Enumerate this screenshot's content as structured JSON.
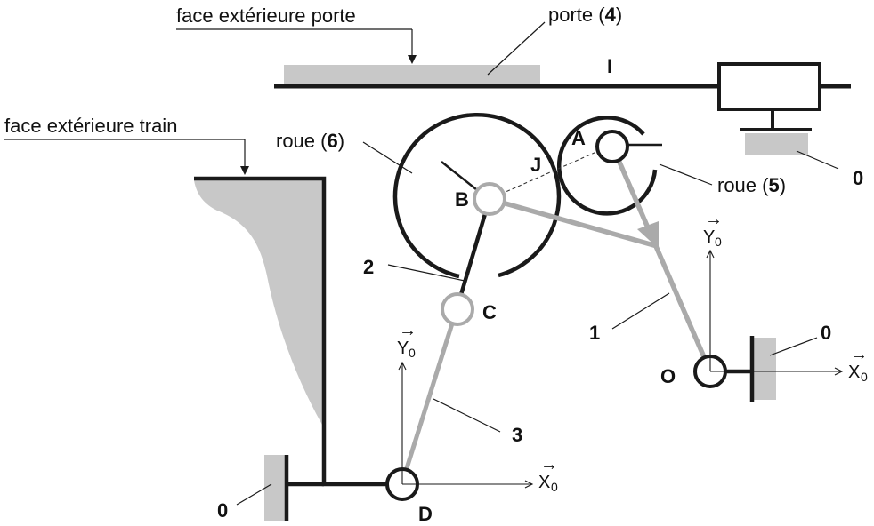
{
  "labels": {
    "face_porte": "face extérieure porte",
    "face_train": "face extérieure train",
    "porte": "porte (",
    "porte_num": "4",
    "porte_close": ")",
    "roue6": "roue (",
    "roue6_num": "6",
    "roue6_close": ")",
    "roue5": "roue (",
    "roue5_num": "5",
    "roue5_close": ")",
    "I": "I",
    "A": "A",
    "J": "J",
    "B": "B",
    "C": "C",
    "D": "D",
    "O": "O",
    "n0_right_top": "0",
    "n0_right": "0",
    "n0_left": "0",
    "n1": "1",
    "n2": "2",
    "n3": "3"
  },
  "axes": {
    "x_letter": "X",
    "y_letter": "Y",
    "sub": "0",
    "arrow": "→"
  },
  "colors": {
    "dark": "#1a1a1a",
    "grey": "#aaaaaa",
    "ground": "#c8c8c8"
  }
}
